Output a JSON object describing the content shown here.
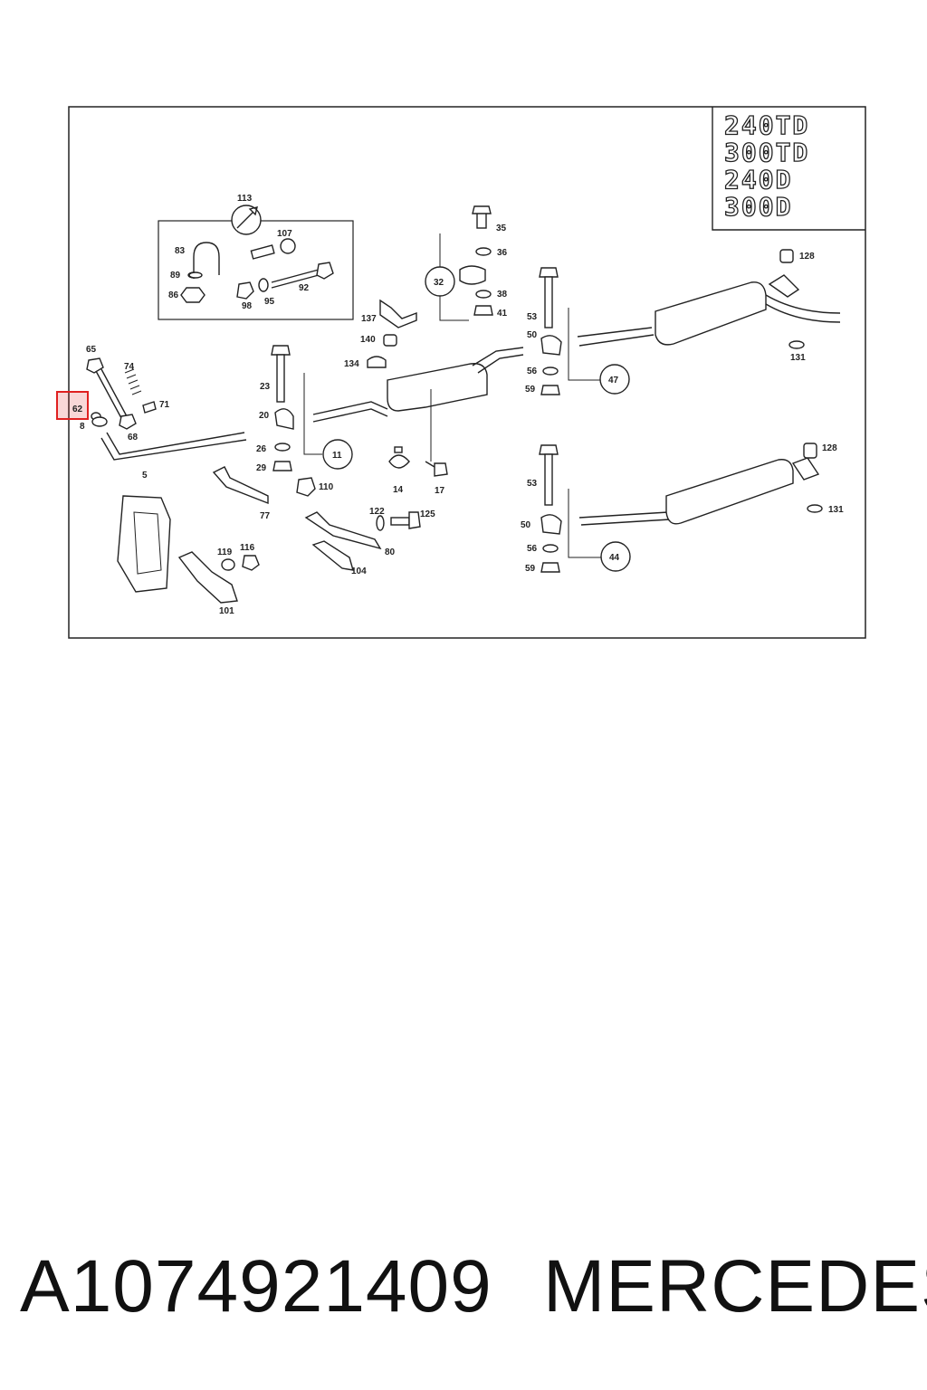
{
  "diagram": {
    "models": [
      "240TD",
      "300TD",
      "240D",
      "300D"
    ],
    "callouts": {
      "c113": "113",
      "c107": "107",
      "c83": "83",
      "c89": "89",
      "c86": "86",
      "c98": "98",
      "c95": "95",
      "c92": "92",
      "c35": "35",
      "c36": "36",
      "c38": "38",
      "c41": "41",
      "c32": "32",
      "c137": "137",
      "c140": "140",
      "c134": "134",
      "c128a": "128",
      "c131a": "131",
      "c53a": "53",
      "c50a": "50",
      "c56a": "56",
      "c59a": "59",
      "c47": "47",
      "c65": "65",
      "c74": "74",
      "c71": "71",
      "c62": "62",
      "c8": "8",
      "c68": "68",
      "c5": "5",
      "c23": "23",
      "c20": "20",
      "c26": "26",
      "c29": "29",
      "c11": "11",
      "c14": "14",
      "c17": "17",
      "c110": "110",
      "c77": "77",
      "c122": "122",
      "c125": "125",
      "c80": "80",
      "c104": "104",
      "c119": "119",
      "c116": "116",
      "c101": "101",
      "c53b": "53",
      "c50b": "50",
      "c56b": "56",
      "c59b": "59",
      "c44": "44",
      "c128b": "128",
      "c131b": "131"
    },
    "highlight_callout": "62",
    "highlight_color": "#e02020"
  },
  "footer": {
    "part_number": "A1074921409",
    "brand": "MERCEDES"
  }
}
